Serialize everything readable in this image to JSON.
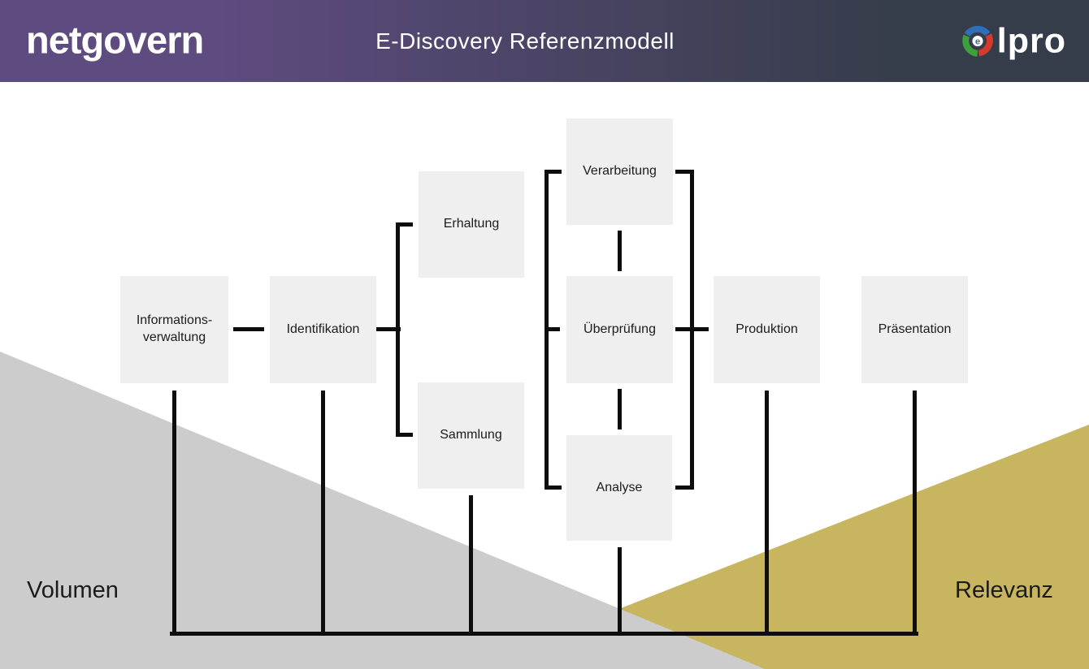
{
  "header": {
    "brand": "netgovern",
    "title": "E-Discovery Referenzmodell",
    "logo": {
      "text": "lpro",
      "icon": "ipro-swirl-icon"
    },
    "colors": {
      "purple": "#5e4b7f",
      "slate": "#363d4a"
    }
  },
  "diagram": {
    "boxes": [
      {
        "id": "informationsverwaltung",
        "label": "Informations-\nverwaltung"
      },
      {
        "id": "identifikation",
        "label": "Identifikation"
      },
      {
        "id": "erhaltung",
        "label": "Erhaltung"
      },
      {
        "id": "sammlung",
        "label": "Sammlung"
      },
      {
        "id": "verarbeitung",
        "label": "Verarbeitung"
      },
      {
        "id": "ueberpruefung",
        "label": "Überprüfung"
      },
      {
        "id": "analyse",
        "label": "Analyse"
      },
      {
        "id": "produktion",
        "label": "Produktion"
      },
      {
        "id": "praesentation",
        "label": "Präsentation"
      }
    ],
    "labels": {
      "volume": "Volumen",
      "relevance": "Relevanz"
    },
    "colors": {
      "box_fill": "#efefef",
      "line": "#0d0d0d",
      "volume_triangle": "#cdcccd",
      "relevance_triangle": "#c8b560",
      "text": "#1b1b1b"
    }
  }
}
